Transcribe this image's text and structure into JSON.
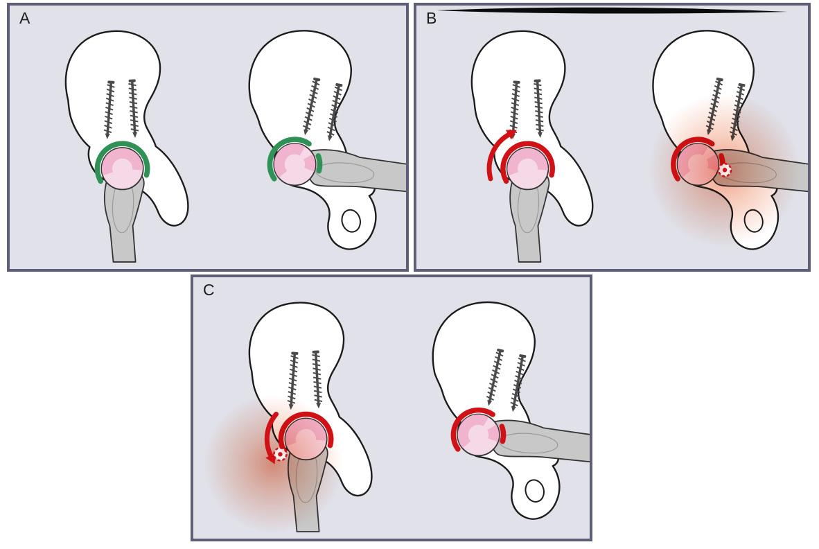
{
  "figure": {
    "panels": [
      {
        "label": "A",
        "labrum_color": "#2f9155"
      },
      {
        "label": "B",
        "labrum_color": "#d01217"
      },
      {
        "label": "C",
        "labrum_color": "#d01217"
      }
    ],
    "colors": {
      "panel_background": "#e0e1e9",
      "panel_border": "#5e5e76",
      "bone_fill": "#ffffff",
      "bone_outline": "#1c1c1c",
      "femur_fill": "#c8c8c8",
      "cartilage_pink": "#f0b4cf",
      "femoral_head_fill": "#f6d9e6",
      "labrum_normal_green": "#2f9155",
      "labrum_displaced_red": "#d01217",
      "annotation_red": "#d01217",
      "pain_glow_orange": "#e34a1c",
      "screw_gray": "#4a4a4a",
      "artifact_black": "#0a0a0a"
    }
  }
}
